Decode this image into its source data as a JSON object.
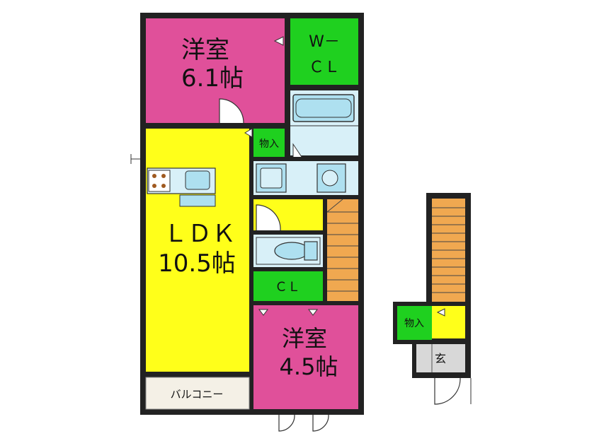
{
  "rooms": {
    "western_top": {
      "name": "洋室",
      "size": "6.1帖"
    },
    "walkin_closet": {
      "line1": "W－",
      "line2": "ＣＬ"
    },
    "storage_top": {
      "name": "物入"
    },
    "ldk": {
      "name": "ＬＤＫ",
      "size": "10.5帖"
    },
    "closet": {
      "name": "ＣＬ"
    },
    "western_bottom": {
      "name": "洋室",
      "size": "4.5帖"
    },
    "balcony": {
      "name": "バルコニー"
    },
    "storage_entry": {
      "name": "物入"
    },
    "entrance": {
      "name": "玄"
    }
  },
  "colors": {
    "western": "#e0509a",
    "closet": "#1fd01f",
    "ldk": "#ffff1a",
    "wet": "#d8f0f8",
    "fixture": "#aee0f0",
    "stairs": "#f0a850",
    "entrance": "#d8d8d8",
    "balcony": "#f4f0e6",
    "wall": "#222222"
  }
}
